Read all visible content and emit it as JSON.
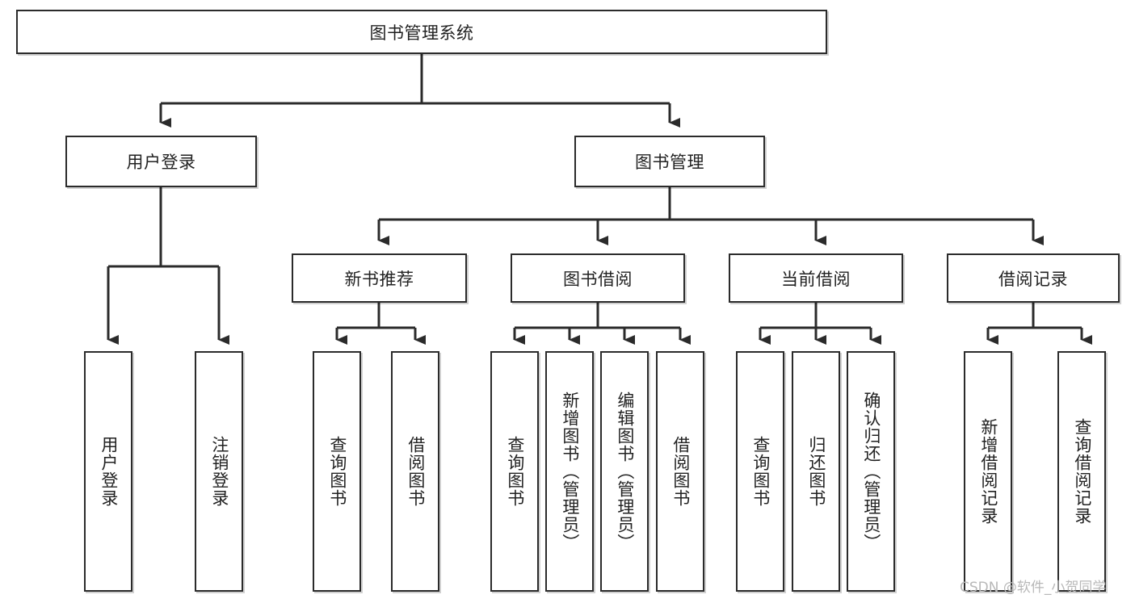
{
  "diagram": {
    "type": "tree-hierarchy-chart",
    "title_text": "图书管理系统",
    "orientation": "top-down",
    "colors": {
      "box_border": "#2b2b2b",
      "box_fill": "#ffffff",
      "connector": "#2b2b2b",
      "text": "#222222",
      "watermark": "#b8b8b8",
      "background": "#ffffff"
    }
  },
  "watermark": {
    "text": "CSDN @软件_小贺同学"
  },
  "nodes": {
    "root": {
      "label": "图书管理系统",
      "level": 0,
      "orientation": "horizontal"
    },
    "l1": [
      {
        "id": "user-login",
        "label": "用户登录",
        "orientation": "horizontal"
      },
      {
        "id": "book-manage",
        "label": "图书管理",
        "orientation": "horizontal"
      }
    ],
    "l2": [
      {
        "id": "new-book-recommend",
        "label": "新书推荐",
        "orientation": "horizontal"
      },
      {
        "id": "book-borrow",
        "label": "图书借阅",
        "orientation": "horizontal"
      },
      {
        "id": "current-borrow",
        "label": "当前借阅",
        "orientation": "horizontal"
      },
      {
        "id": "borrow-record",
        "label": "借阅记录",
        "orientation": "horizontal"
      }
    ],
    "leaves": {
      "user-login": [
        {
          "id": "leaf-user-login",
          "label": "用户登录",
          "orientation": "vertical"
        },
        {
          "id": "leaf-logout",
          "label": "注销登录",
          "orientation": "vertical"
        }
      ],
      "new-book-recommend": [
        {
          "id": "leaf-query-book-1",
          "label": "查询图书",
          "orientation": "vertical"
        },
        {
          "id": "leaf-borrow-book-1",
          "label": "借阅图书",
          "orientation": "vertical"
        }
      ],
      "book-borrow": [
        {
          "id": "leaf-query-book-2",
          "label": "查询图书",
          "orientation": "vertical"
        },
        {
          "id": "leaf-add-book",
          "label": "新增图书（管理员）",
          "orientation": "vertical"
        },
        {
          "id": "leaf-edit-book",
          "label": "编辑图书（管理员）",
          "orientation": "vertical"
        },
        {
          "id": "leaf-borrow-book-2",
          "label": "借阅图书",
          "orientation": "vertical"
        }
      ],
      "current-borrow": [
        {
          "id": "leaf-query-book-3",
          "label": "查询图书",
          "orientation": "vertical"
        },
        {
          "id": "leaf-return-book",
          "label": "归还图书",
          "orientation": "vertical"
        },
        {
          "id": "leaf-confirm-return",
          "label": "确认归还（管理员）",
          "orientation": "vertical"
        }
      ],
      "borrow-record": [
        {
          "id": "leaf-add-record",
          "label": "新增借阅记录",
          "orientation": "vertical"
        },
        {
          "id": "leaf-query-record",
          "label": "查询借阅记录",
          "orientation": "vertical"
        }
      ]
    }
  }
}
